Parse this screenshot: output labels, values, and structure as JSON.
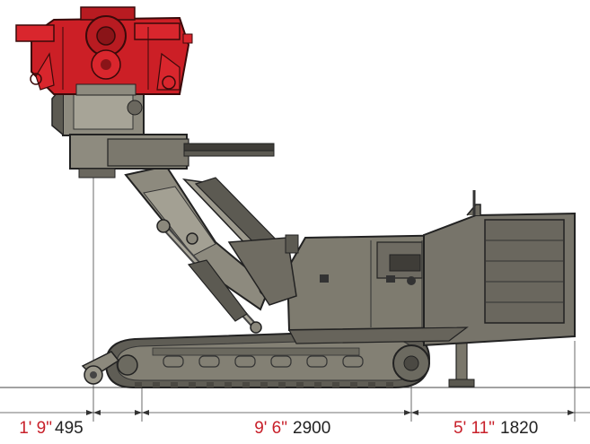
{
  "colors": {
    "head_red": "#cc1f26",
    "body_gray": "#7e7b6f",
    "body_dark": "#55534b",
    "outline": "#2a2a2a",
    "imperial_text": "#c8202a",
    "metric_text": "#222222"
  },
  "dimensions": [
    {
      "imperial": "1' 9\"",
      "metric": "495"
    },
    {
      "imperial": "9' 6\"",
      "metric": "2900"
    },
    {
      "imperial": "5' 11\"",
      "metric": "1820"
    }
  ]
}
